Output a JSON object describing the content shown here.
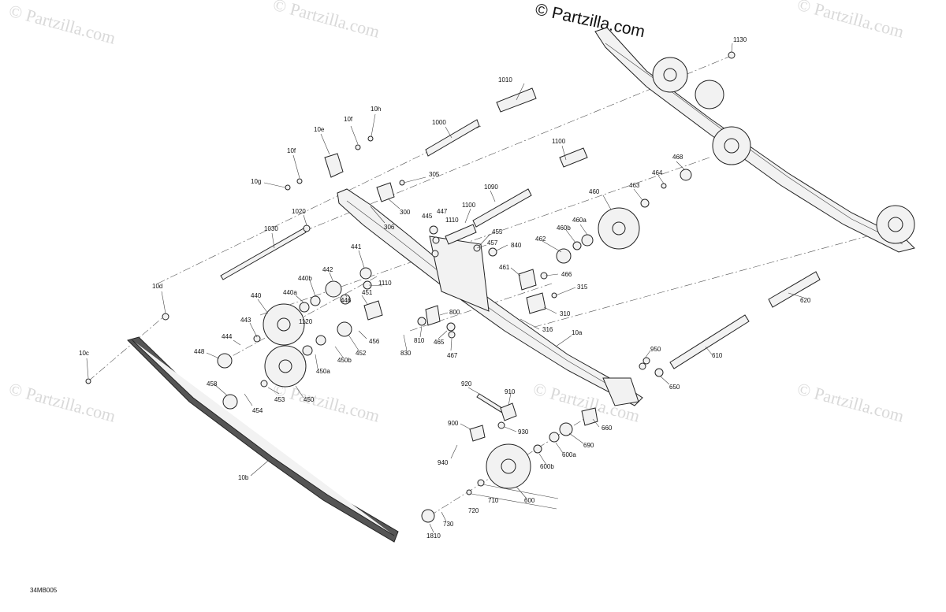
{
  "brand": "© Partzilla.com",
  "watermark_text": "© Partzilla.com",
  "diagram_code": "34MB005",
  "callouts": [
    "1130",
    "1010",
    "1000",
    "10h",
    "10f",
    "10e",
    "10f",
    "10g",
    "305",
    "1100",
    "468",
    "464",
    "463",
    "460",
    "1090",
    "300",
    "306",
    "1100",
    "445",
    "447",
    "1110",
    "1020",
    "1030",
    "441",
    "455",
    "457",
    "840",
    "460b",
    "460a",
    "462",
    "461",
    "466",
    "442",
    "440b",
    "440a",
    "446",
    "1110",
    "451",
    "315",
    "310",
    "316",
    "10d",
    "440",
    "1120",
    "443",
    "444",
    "800",
    "810",
    "830",
    "465",
    "467",
    "456",
    "452",
    "450b",
    "450a",
    "448",
    "10a",
    "950",
    "610",
    "650",
    "10c",
    "458",
    "453",
    "450",
    "454",
    "620",
    "920",
    "910",
    "900",
    "930",
    "660",
    "940",
    "690",
    "600a",
    "600b",
    "710",
    "720",
    "600",
    "730",
    "1810",
    "10b"
  ],
  "colors": {
    "line": "#222222",
    "watermark": "#d9d9d9",
    "fill": "#f2f2f2"
  }
}
